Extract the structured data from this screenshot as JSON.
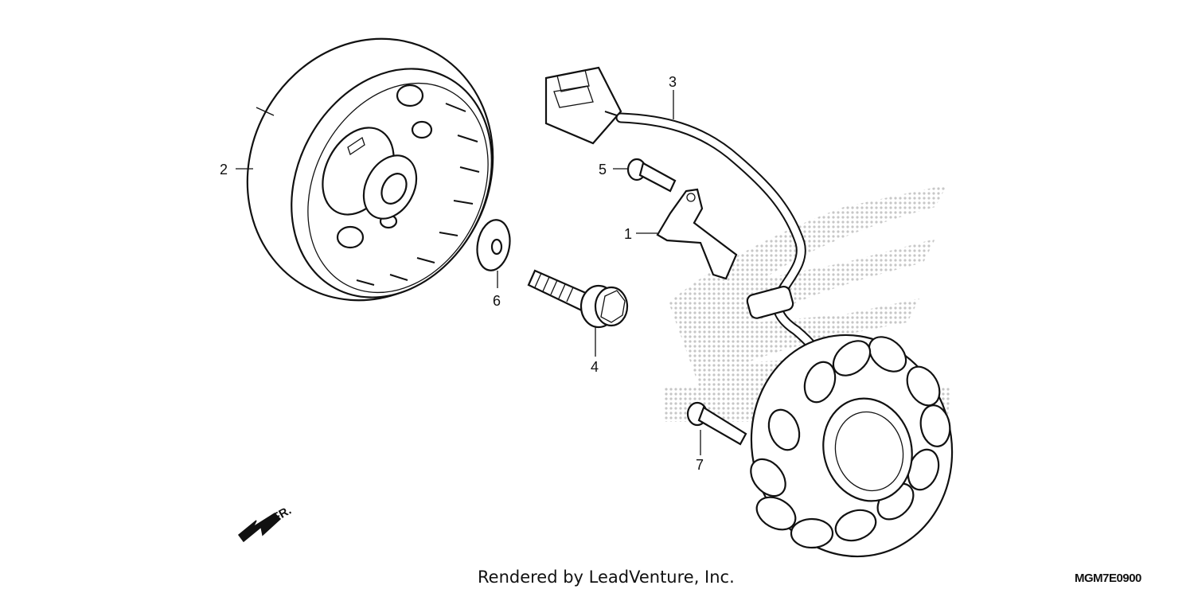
{
  "diagram": {
    "callouts": [
      {
        "id": "1",
        "label": "1"
      },
      {
        "id": "2",
        "label": "2"
      },
      {
        "id": "3",
        "label": "3"
      },
      {
        "id": "4",
        "label": "4"
      },
      {
        "id": "5",
        "label": "5"
      },
      {
        "id": "6",
        "label": "6"
      },
      {
        "id": "7",
        "label": "7"
      }
    ],
    "direction_label": "FR.",
    "watermark": "HONDA wing logo",
    "footer": {
      "credit": "Rendered by LeadVenture, Inc.",
      "diagram_code": "MGM7E0900"
    }
  }
}
